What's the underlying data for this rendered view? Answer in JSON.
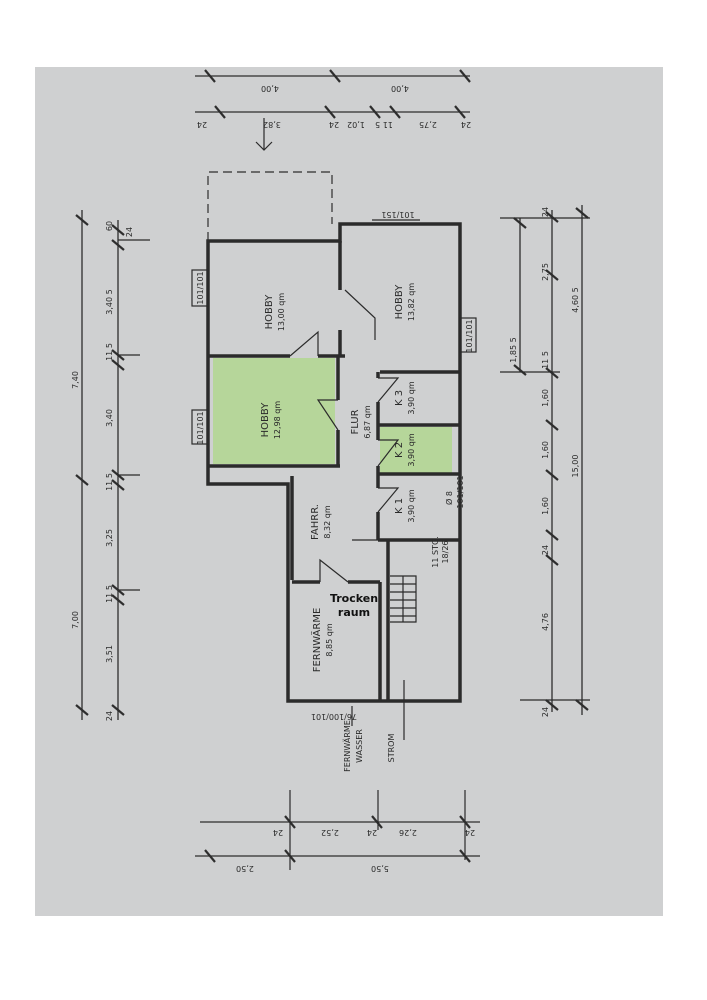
{
  "rooms": {
    "hobby_top": {
      "name": "HOBBY",
      "area": "13,00 qm"
    },
    "hobby_right": {
      "name": "HOBBY",
      "area": "13,82 qm"
    },
    "hobby_green": {
      "name": "HOBBY",
      "area": "12,98 qm"
    },
    "flur": {
      "name": "FLUR",
      "area": "6,87 qm"
    },
    "k3": {
      "name": "K 3",
      "area": "3,90 qm"
    },
    "k2": {
      "name": "K 2",
      "area": "3,90 qm"
    },
    "k1": {
      "name": "K 1",
      "area": "3,90 qm"
    },
    "fahrr": {
      "name": "FAHRR.",
      "area": "8,32 qm"
    },
    "fernwaerme": {
      "name": "FERNWÄRME",
      "area": "8,85 qm"
    },
    "trockenraum": {
      "line1": "Trocken",
      "line2": "raum"
    },
    "stairs": {
      "line1": "11 STG.",
      "line2": "18/26"
    }
  },
  "marks": {
    "window_a": "101/101",
    "window_b": "101/101",
    "window_c": "101/101",
    "window_d": "101/101",
    "top_window": "101/151",
    "bottom_label": "76/100/101",
    "b8": "Ø 8",
    "fernwaerme_wasser_1": "FERNWÄRME",
    "fernwaerme_wasser_2": "WASSER",
    "strom": "STROM"
  },
  "dims_top": {
    "total": "4,00",
    "first": "4,00",
    "d1": "24",
    "d2": "3,82",
    "d3": "24",
    "d4": "1,02",
    "d5": "11 5",
    "d6": "2,75",
    "d7": "24"
  },
  "dims_left": {
    "total_a": "7,40",
    "total_b": "7,00",
    "s1": "60",
    "s2": "24",
    "s3": "3,40 5",
    "s4": "11 5",
    "s5": "3,40",
    "s6": "11 5",
    "s7": "3,25",
    "s8": "11 5",
    "s9": "3,51",
    "s10": "24"
  },
  "dims_right": {
    "total": "15,00",
    "r1": "24",
    "r2": "2,75",
    "r3": "1,85 5",
    "r4": "4,60 5",
    "r5": "11 5",
    "r6": "1,60",
    "r7": "1,60",
    "r8": "1,60",
    "r9": "24",
    "r10": "4,76",
    "r11": "24"
  },
  "dims_bottom": {
    "d1": "24",
    "d2": "2,52",
    "d3": "24",
    "d4": "2,26",
    "d5": "24",
    "total_a": "2,50",
    "total_b": "5,50"
  },
  "colors": {
    "highlight": "#b6d69a",
    "paper": "#cfd0d1"
  }
}
